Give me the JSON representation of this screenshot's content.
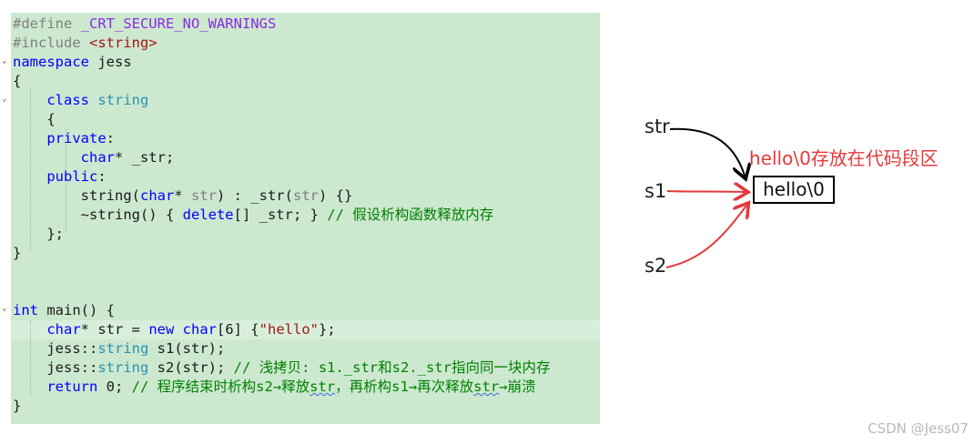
{
  "code": {
    "lines": [
      [
        [
          "c-pre",
          "#define "
        ],
        [
          "c-macro",
          "_CRT_SECURE_NO_WARNINGS"
        ]
      ],
      [
        [
          "c-pre",
          "#include "
        ],
        [
          "c-str",
          "<string>"
        ]
      ],
      [
        [
          "c-kw",
          "namespace"
        ],
        [
          "c-id",
          " jess"
        ]
      ],
      [
        [
          "c-id",
          "{"
        ]
      ],
      [
        [
          "c-id",
          "    "
        ],
        [
          "c-kw",
          "class"
        ],
        [
          "c-id",
          " "
        ],
        [
          "c-type",
          "string"
        ]
      ],
      [
        [
          "c-id",
          "    {"
        ]
      ],
      [
        [
          "c-id",
          "    "
        ],
        [
          "c-kw",
          "private"
        ],
        [
          "c-id",
          ":"
        ]
      ],
      [
        [
          "c-id",
          "        "
        ],
        [
          "c-kw",
          "char"
        ],
        [
          "c-id",
          "* _str;"
        ]
      ],
      [
        [
          "c-id",
          "    "
        ],
        [
          "c-kw",
          "public"
        ],
        [
          "c-id",
          ":"
        ]
      ],
      [
        [
          "c-id",
          "        string("
        ],
        [
          "c-kw",
          "char"
        ],
        [
          "c-id",
          "* "
        ],
        [
          "c-param",
          "str"
        ],
        [
          "c-id",
          ") : _str("
        ],
        [
          "c-param",
          "str"
        ],
        [
          "c-id",
          ") {}"
        ]
      ],
      [
        [
          "c-id",
          "        ~string() { "
        ],
        [
          "c-kw",
          "delete"
        ],
        [
          "c-id",
          "[] _str; } "
        ],
        [
          "c-cmt",
          "// 假设析构函数释放内存"
        ]
      ],
      [
        [
          "c-id",
          "    };"
        ]
      ],
      [
        [
          "c-id",
          "}"
        ]
      ],
      [],
      [],
      [
        [
          "c-kw",
          "int"
        ],
        [
          "c-id",
          " main() {"
        ]
      ],
      [
        [
          "c-id",
          "    "
        ],
        [
          "c-kw",
          "char"
        ],
        [
          "c-id",
          "* str = "
        ],
        [
          "c-kw",
          "new"
        ],
        [
          "c-id",
          " "
        ],
        [
          "c-kw",
          "char"
        ],
        [
          "c-id",
          "[6] {"
        ],
        [
          "c-str",
          "\"hello\""
        ],
        [
          "c-id",
          "};"
        ]
      ],
      [
        [
          "c-id",
          "    jess::"
        ],
        [
          "c-type",
          "string"
        ],
        [
          "c-id",
          " s1(str);"
        ]
      ],
      [
        [
          "c-id",
          "    jess::"
        ],
        [
          "c-type",
          "string"
        ],
        [
          "c-id",
          " s2(str); "
        ],
        [
          "c-cmt",
          "// 浅拷贝: s1._str和s2._str指向同一块内存"
        ]
      ],
      [
        [
          "c-id",
          "    "
        ],
        [
          "c-kw",
          "return"
        ],
        [
          "c-id",
          " 0; "
        ],
        [
          "c-cmt",
          "// 程序结束时析构s2→释放"
        ],
        [
          "c-cmt squig",
          "str"
        ],
        [
          "c-cmt",
          "，再析构s1→再次释放"
        ],
        [
          "c-cmt squig",
          "str"
        ],
        [
          "c-cmt",
          "→崩溃"
        ]
      ],
      [
        [
          "c-id",
          "}"
        ]
      ]
    ]
  },
  "diagram": {
    "label_str": "str",
    "label_s1": "s1",
    "label_s2": "s2",
    "box_text": "hello\\0",
    "note": "hello\\0存放在代码段区",
    "arrow_str_color": "#000000",
    "arrow_s_color": "#e5393a"
  },
  "watermark": "CSDN @Jess07"
}
